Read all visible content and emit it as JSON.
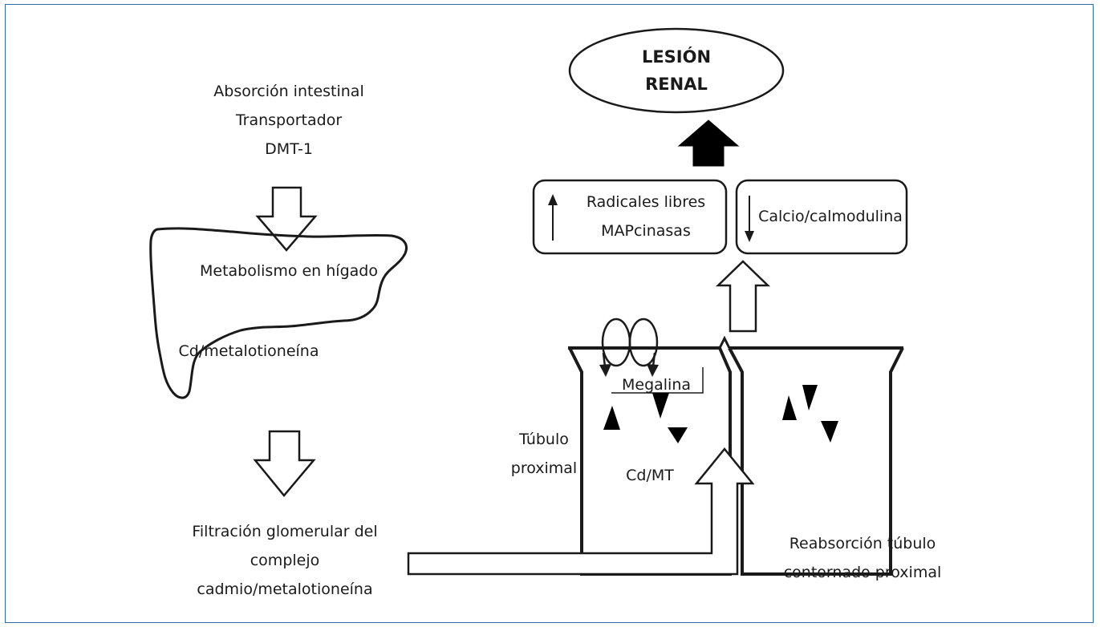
{
  "diagram": {
    "lesion_line1": "LESIÓN",
    "lesion_line2": "RENAL",
    "absorcion": [
      "Absorción intestinal",
      "Transportador",
      "DMT-1"
    ],
    "metabolismo": "Metabolismo en hígado",
    "cd_metalotioneina": "Cd/metalotioneína",
    "filtracion": [
      "Filtración glomerular del",
      "complejo",
      "cadmio/metalotioneína"
    ],
    "radicales": [
      "Radicales libres",
      "MAPcinasas"
    ],
    "calcio": "Calcio/calmodulina",
    "megalina": "Megalina",
    "tubulo": [
      "Túbulo",
      "proximal"
    ],
    "cd_mt": "Cd/MT",
    "reabsorcion": [
      "Reabsorción túbulo",
      "contornado proximal"
    ]
  },
  "colors": {
    "frame": "#2e6aa8",
    "stroke": "#1a1a1a",
    "fill_solid": "#000000"
  }
}
